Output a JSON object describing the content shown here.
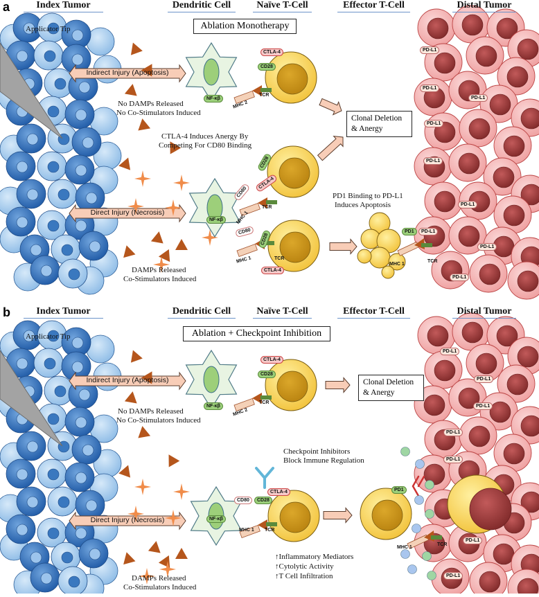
{
  "panels": {
    "a": {
      "letter": "a",
      "headers": {
        "index_tumor": "Index Tumor",
        "dendritic_cell": "Dendritic Cell",
        "naive_t": "Naïve T-Cell",
        "effector_t": "Effector T-Cell",
        "distal_tumor": "Distal Tumor"
      },
      "title": "Ablation Monotherapy",
      "applicator": "Applicator Tip",
      "indirect": "Indirect Injury (Apoptosis)",
      "direct": "Direct Injury (Necrosis)",
      "no_damps_1": "No DAMPs Released",
      "no_damps_2": "No Co-Stimulators Induced",
      "damps_1": "DAMPs Released",
      "damps_2": "Co-Stimulators Induced",
      "ctla_1": "CTLA-4 Induces Anergy By",
      "ctla_2": "Competing For CD80 Binding",
      "clonal_1": "Clonal Deletion",
      "clonal_2": "& Anergy",
      "pd1_1": "PD1 Binding to PD-L1",
      "pd1_2": "Induces Apoptosis"
    },
    "b": {
      "letter": "b",
      "headers": {
        "index_tumor": "Index Tumor",
        "dendritic_cell": "Dendritic Cell",
        "naive_t": "Naïve T-Cell",
        "effector_t": "Effector T-Cell",
        "distal_tumor": "Distal Tumor"
      },
      "title": "Ablation + Checkpoint Inhibition",
      "applicator": "Applicator Tip",
      "indirect": "Indirect Injury (Apoptosis)",
      "direct": "Direct Injury (Necrosis)",
      "no_damps_1": "No DAMPs Released",
      "no_damps_2": "No Co-Stimulators Induced",
      "damps_1": "DAMPs Released",
      "damps_2": "Co-Stimulators Induced",
      "clonal_1": "Clonal Deletion",
      "clonal_2": "& Anergy",
      "ci_1": "Checkpoint Inhibitors",
      "ci_2": "Block Immune Regulation",
      "infl_1": "↑Inflammatory Mediators",
      "infl_2": "↑Cytolytic Activity",
      "infl_3": "↑T Cell Infiltration"
    }
  },
  "molecules": {
    "ctla4": "CTLA-4",
    "cd28": "CD28",
    "cd80": "CD80",
    "tcr": "TCR",
    "mhc": "MHC 1",
    "mhc2": "MHC 2",
    "nfkb": "NF-κβ",
    "pd1": "PD1",
    "pdl1": "PD-L1"
  },
  "colors": {
    "tumor_dark": "#2f6db5",
    "tumor_light": "#a9cdee",
    "distal_pink": "#f4b8b8",
    "distal_core": "#9e3a3a",
    "tcell": "#f7d04c",
    "dc": "#e8f4e2",
    "arrow": "#f8cdb7",
    "triangle": "#b5561c",
    "star": "#f08c4a"
  }
}
